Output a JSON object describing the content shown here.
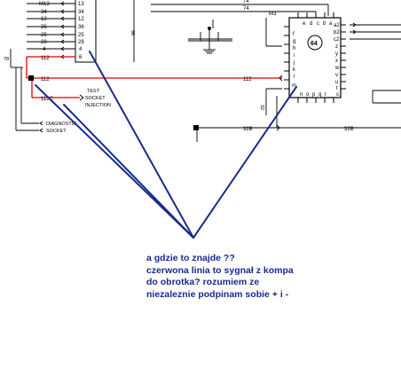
{
  "colors": {
    "ink": "#000000",
    "signal_wire": "#e00000",
    "annotation": "#1a2a8a"
  },
  "connector_left": {
    "wire_codes_left": [
      "M13",
      "34",
      "12",
      "35",
      "25",
      "28",
      "4"
    ],
    "wire_codes_right": [
      "13",
      "34",
      "12",
      "36",
      "25",
      "28",
      "4",
      "6"
    ]
  },
  "signal_wire": {
    "label_left_top": "112",
    "label_left_mid": "112",
    "label_middle": "112",
    "label_test": "112C"
  },
  "test_socket": {
    "line1": "TEST",
    "line2": "SOCKET",
    "line3": "INJECTION"
  },
  "diagnostic_socket": {
    "line1": "DIAGNOSTIC",
    "line2": "SOCKET"
  },
  "side_label": "78",
  "vertical_label": "96",
  "top_wires": {
    "wire_74_a": "74",
    "wire_74_b": "74",
    "wire_m3": "M3"
  },
  "ecu": {
    "id": "64",
    "top_pins": [
      "e",
      "d",
      "c",
      "b",
      "a"
    ],
    "right_pins": [
      "a2",
      "b2",
      "c2",
      "z",
      "y",
      "x",
      "w",
      "v",
      "u",
      "t",
      "s"
    ],
    "left_pins": [
      "f",
      "g",
      "h",
      "i",
      "j",
      "k",
      "l"
    ],
    "bottom_pins": [
      "n",
      "o",
      "p",
      "q",
      "r"
    ],
    "pin_m": "m"
  },
  "vertical_32": "32",
  "wire_32b": {
    "label_a": "32B",
    "label_b": "32B"
  },
  "note": {
    "line1": "a gdzie to znajde ??",
    "line2": "czerwona linia to sygnał z kompa",
    "line3": "do obrotka? rozumiem ze",
    "line4": "niezaleznie podpinam sobie + i -"
  }
}
